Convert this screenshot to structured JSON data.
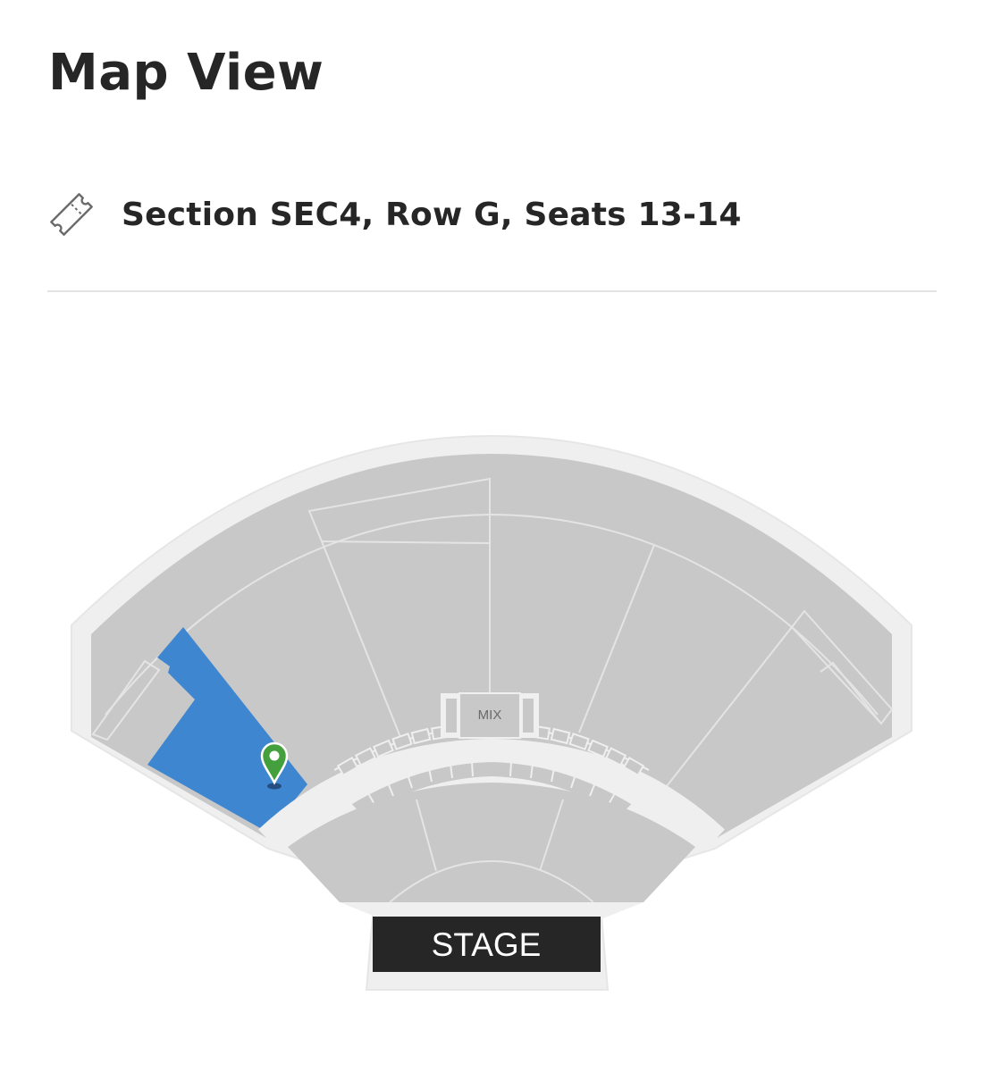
{
  "header": {
    "title": "Map View"
  },
  "seat_info": {
    "icon": "ticket-icon",
    "text": "Section SEC4, Row G, Seats 13-14"
  },
  "map": {
    "mix_label": "MIX",
    "stage_label": "STAGE",
    "selected_section_color": "#3f86d0",
    "pin_color": "#43a03d",
    "section_color": "#c8c8c8",
    "outline_color": "#efefef",
    "stage_color": "#262626"
  }
}
